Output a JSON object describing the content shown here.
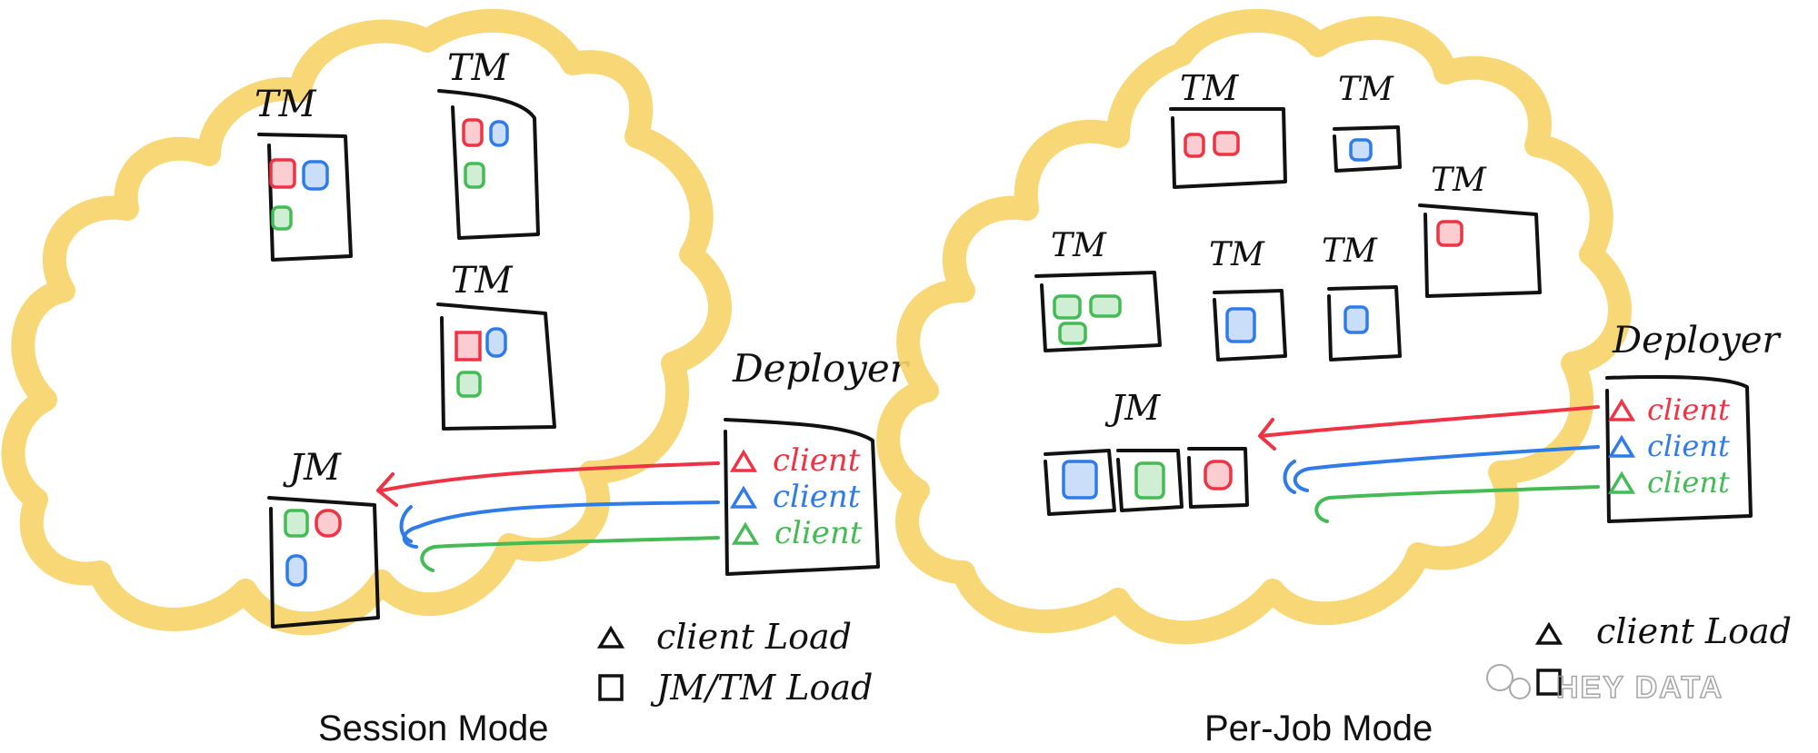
{
  "colors": {
    "red": "#ee3344",
    "blue": "#2f7be8",
    "green": "#44bb55",
    "cloud": "#f7d467",
    "ink": "#111111"
  },
  "session": {
    "caption": "Session Mode",
    "tm_label": "TM",
    "jm_label": "JM",
    "deployer_label": "Deployer",
    "clients": [
      {
        "label": "client",
        "color": "red"
      },
      {
        "label": "client",
        "color": "blue"
      },
      {
        "label": "client",
        "color": "green"
      }
    ],
    "legend": {
      "triangle": "client Load",
      "square": "JM/TM Load"
    }
  },
  "perjob": {
    "caption": "Per-Job Mode",
    "tm_label": "TM",
    "jm_label": "JM",
    "deployer_label": "Deployer",
    "clients": [
      {
        "label": "client",
        "color": "red"
      },
      {
        "label": "client",
        "color": "blue"
      },
      {
        "label": "client",
        "color": "green"
      }
    ],
    "legend": {
      "triangle": "client Load"
    }
  },
  "watermark": "HEY DATA"
}
